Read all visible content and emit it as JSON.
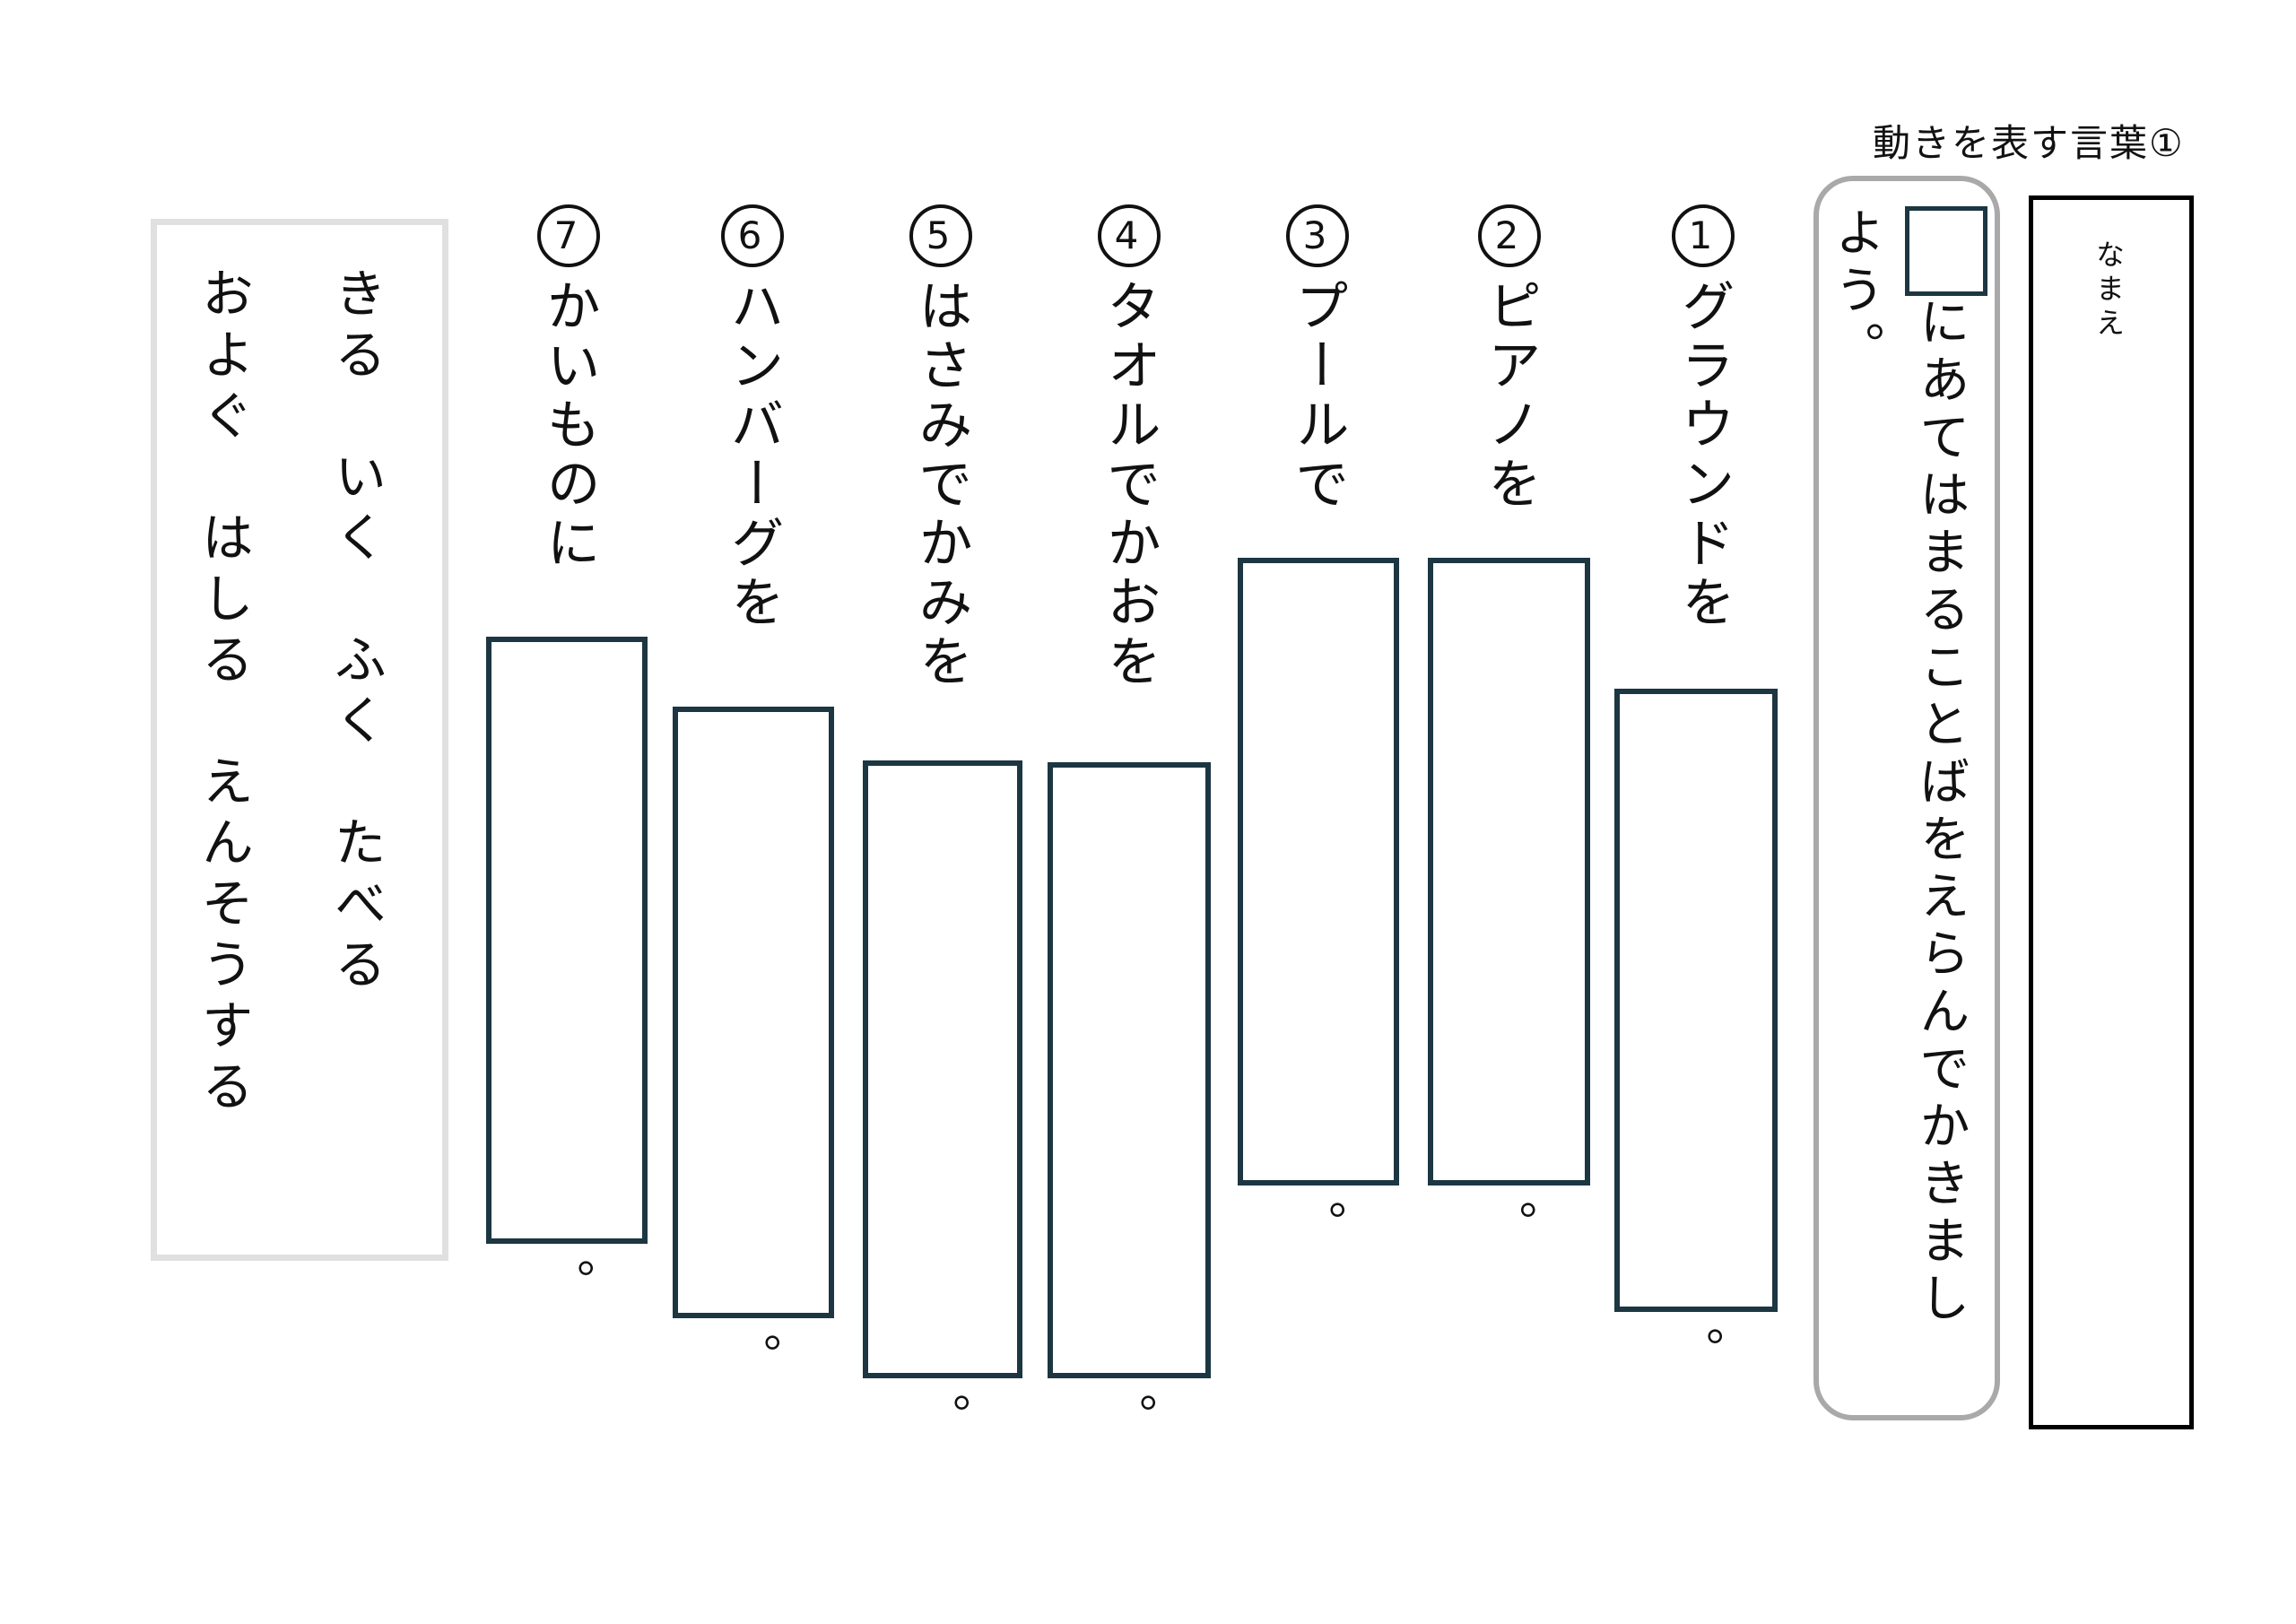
{
  "page": {
    "title": "動きを表す言葉①"
  },
  "name_box": {
    "label": "なまえ"
  },
  "instruction": {
    "line1_after_square": "にあてはまることばをえらんでかきまし",
    "line2": "よう。"
  },
  "items": [
    {
      "num": "1",
      "text": "グラウンドを",
      "period": "。"
    },
    {
      "num": "2",
      "text": "ピアノを",
      "period": "。"
    },
    {
      "num": "3",
      "text": "プールで",
      "period": "。"
    },
    {
      "num": "4",
      "text": "タオルでかおを",
      "period": "。"
    },
    {
      "num": "5",
      "text": "はさみでかみを",
      "period": "。"
    },
    {
      "num": "6",
      "text": "ハンバーグを",
      "period": "。"
    },
    {
      "num": "7",
      "text": "かいものに",
      "period": "。"
    }
  ],
  "word_bank": {
    "column1": "きる　いく　ふく　たべる",
    "column2": "およぐ　はしる　えんそうする"
  },
  "colors": {
    "answer_box_border": "#1c3642",
    "instruction_border": "#a9a9a9",
    "word_bank_border": "#e0e0e0",
    "text": "#111111"
  }
}
